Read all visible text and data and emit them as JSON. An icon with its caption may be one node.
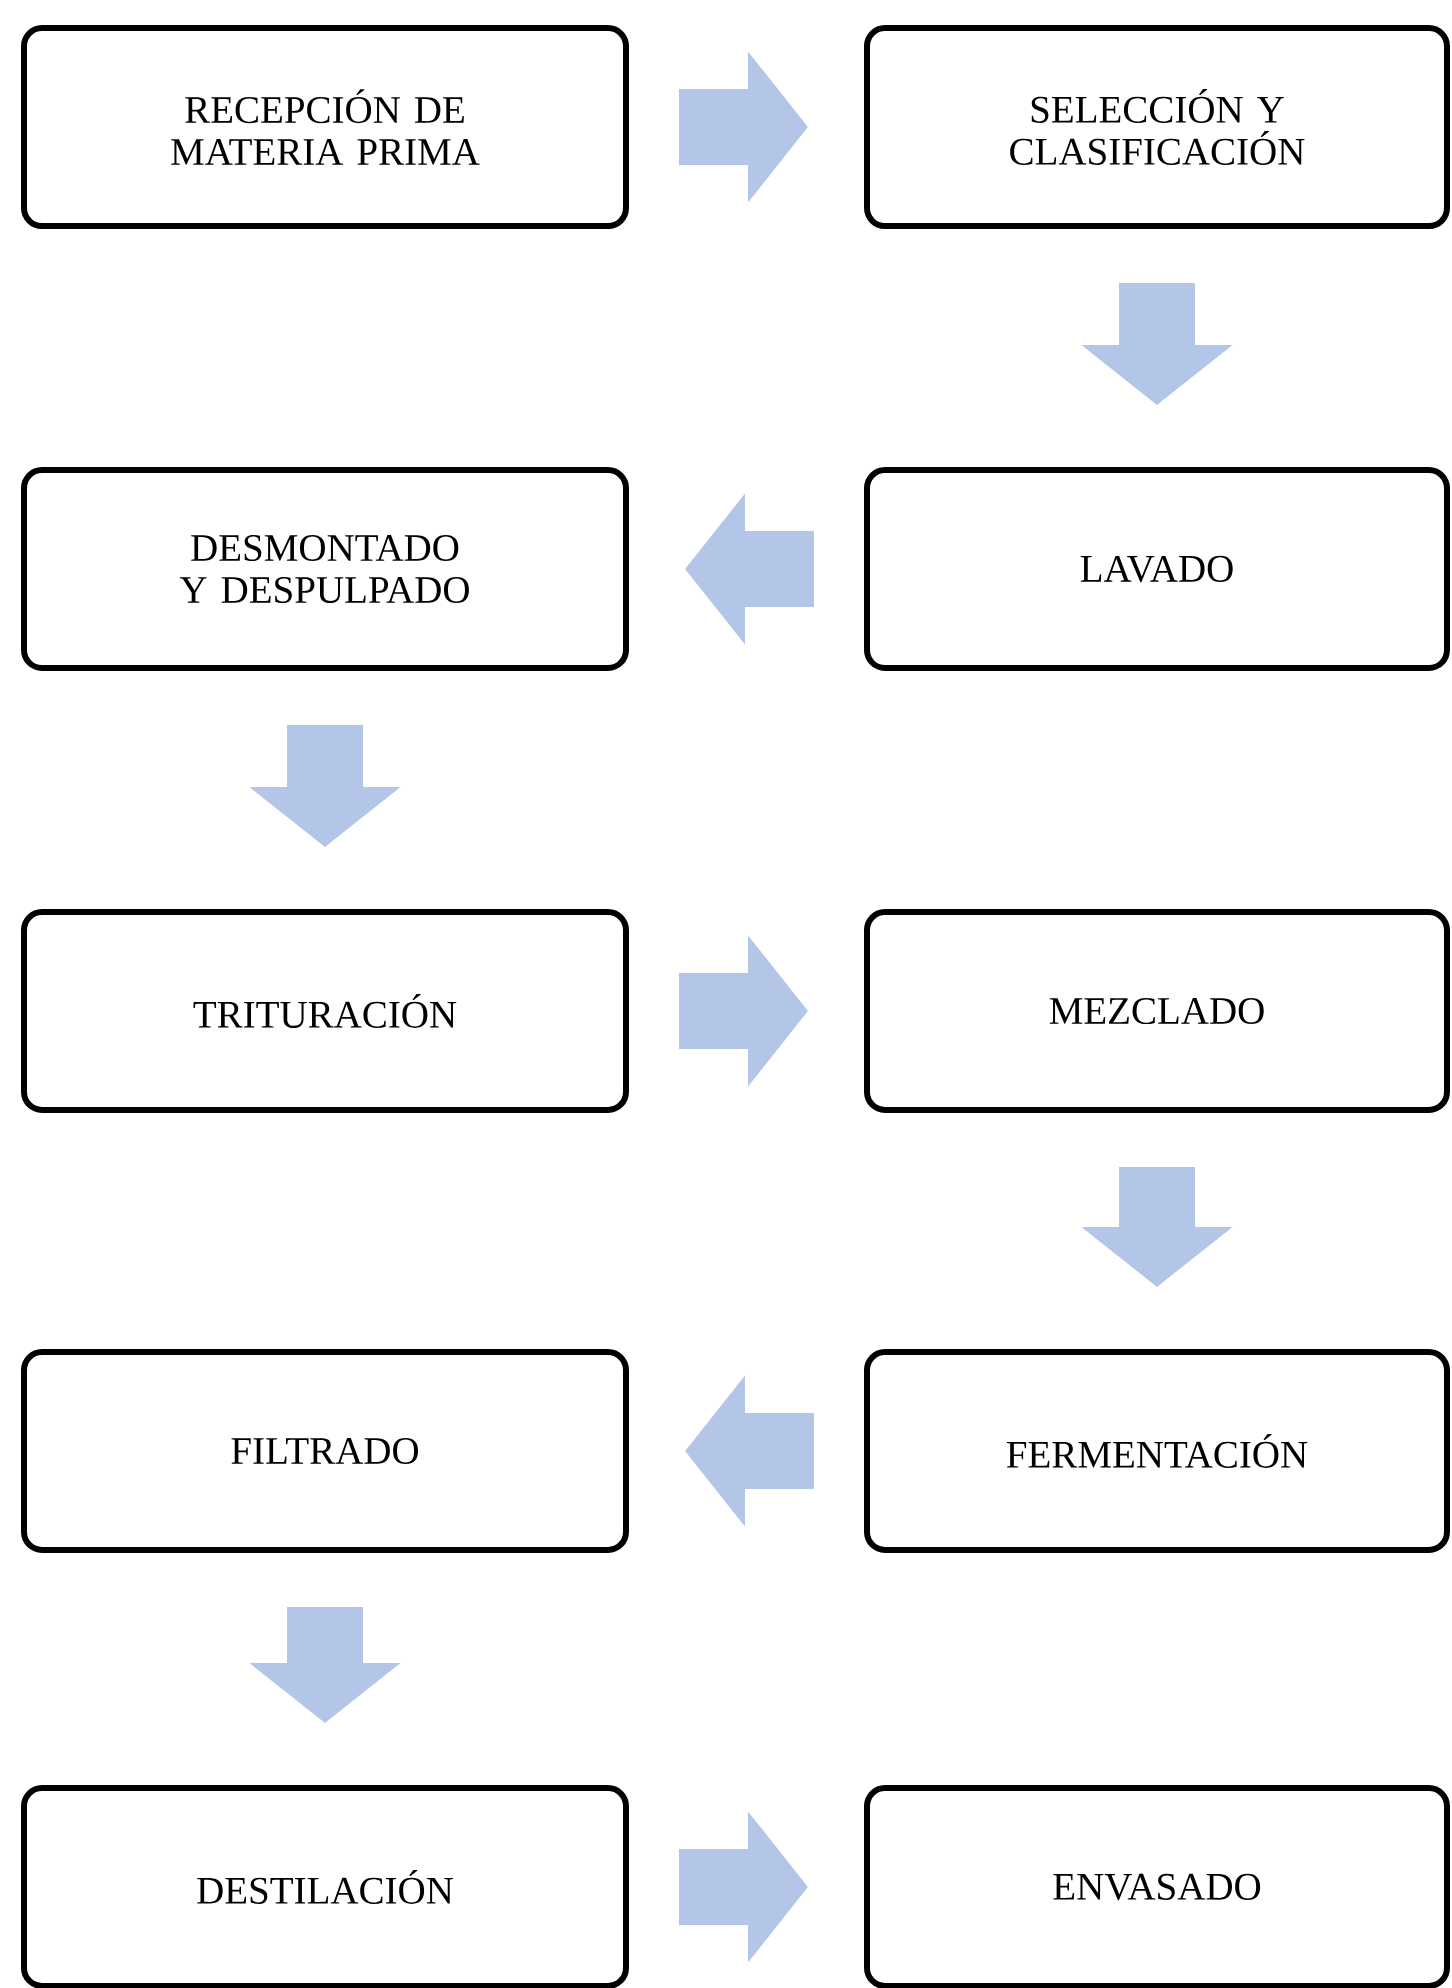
{
  "diagram": {
    "nodes": [
      {
        "text": [
          "RECEPCIÓN DE MATERIA PRIMA"
        ]
      },
      {
        "text": [
          "SELECCIÓN Y CLASIFICACIÓN"
        ]
      },
      {
        "text": [
          "DESMONTADO Y DESPULPADO"
        ]
      },
      {
        "text": [
          "LAVADO"
        ]
      },
      {
        "text": [
          "TRITURACIÓN"
        ]
      },
      {
        "text": [
          "MEZCLADO"
        ]
      },
      {
        "text": [
          "FILTRADO"
        ]
      },
      {
        "text": [
          "FERMENTACIÓN"
        ]
      },
      {
        "text": [
          "DESTILACIÓN"
        ]
      },
      {
        "text": [
          "ENVASADO"
        ]
      }
    ],
    "edges": [
      {
        "from": 0,
        "to": 1,
        "arrow": "to"
      },
      {
        "from": 1,
        "to": 3,
        "arrow": "to"
      },
      {
        "from": 3,
        "to": 2,
        "arrow": "to"
      },
      {
        "from": 2,
        "to": 4,
        "arrow": "to"
      },
      {
        "from": 4,
        "to": 5,
        "arrow": "to"
      },
      {
        "from": 5,
        "to": 7,
        "arrow": "to"
      },
      {
        "from": 7,
        "to": 6,
        "arrow": "to"
      },
      {
        "from": 6,
        "to": 8,
        "arrow": "to"
      },
      {
        "from": 8,
        "to": 9,
        "arrow": "to"
      }
    ]
  }
}
